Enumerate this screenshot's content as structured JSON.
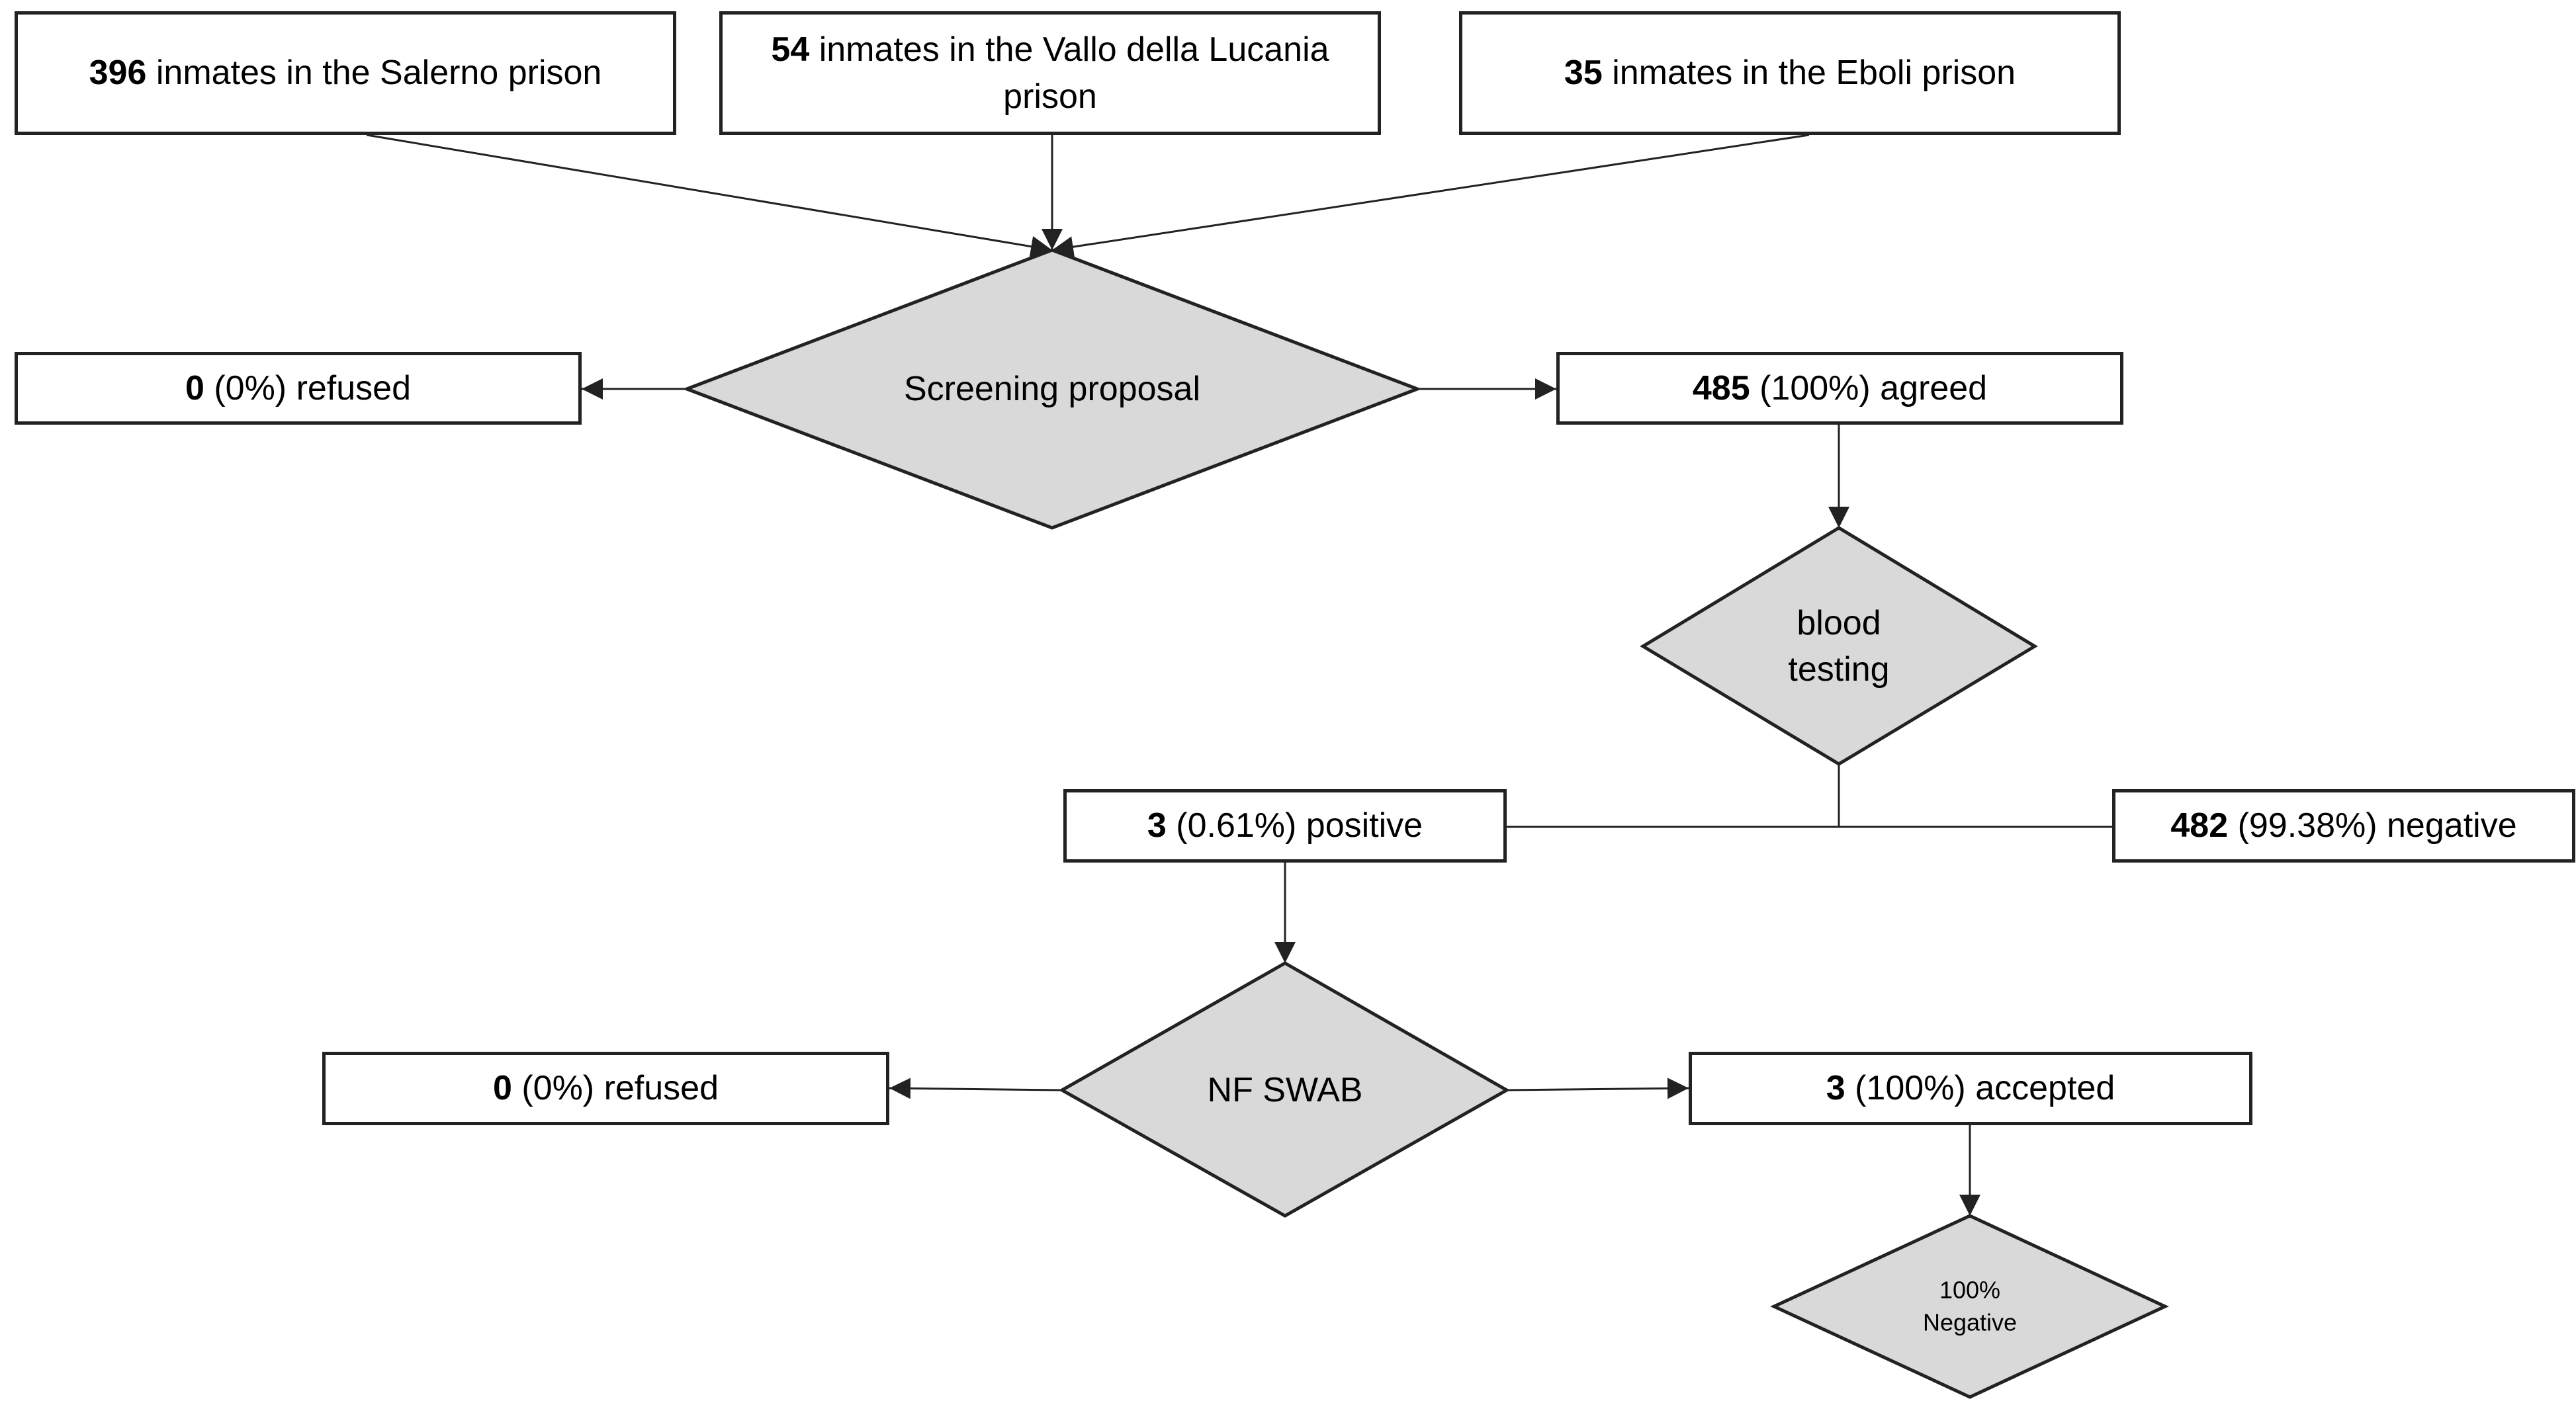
{
  "prisons": [
    {
      "count": "396",
      "text": " inmates in the Salerno prison"
    },
    {
      "count": "54",
      "text": " inmates in the Vallo della Lucania prison"
    },
    {
      "count": "35",
      "text": " inmates in the Eboli prison"
    }
  ],
  "screening": {
    "label": "Screening proposal",
    "refused": {
      "count": "0",
      "text": " (0%) refused"
    },
    "agreed": {
      "count": "485",
      "text": " (100%) agreed"
    }
  },
  "blood": {
    "label_line1": "blood",
    "label_line2": "testing",
    "positive": {
      "count": "3",
      "text": " (0.61%) positive"
    },
    "negative": {
      "count": "482",
      "text": " (99.38%) negative"
    }
  },
  "swab": {
    "label": "NF SWAB",
    "refused": {
      "count": "0",
      "text": " (0%) refused"
    },
    "accepted": {
      "count": "3",
      "text": " (100%) accepted"
    }
  },
  "result": {
    "label_line1": "100%",
    "label_line2": "Negative"
  },
  "colors": {
    "diamond_fill": "#d9d9d9",
    "stroke": "#222222",
    "box_fill": "#ffffff"
  }
}
